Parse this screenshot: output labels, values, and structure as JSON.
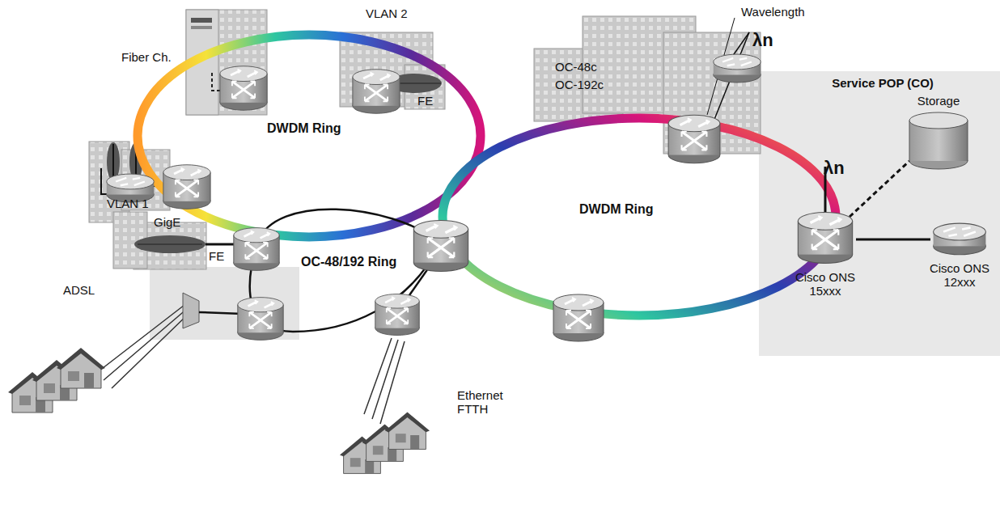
{
  "diagram": {
    "nodes": [
      {
        "text": [
          "Service POP (CO)"
        ]
      },
      {
        "text": [
          "Storage"
        ],
        "in": 0
      },
      {
        "text": [
          "Cisco ONS 15xxx"
        ],
        "in": 0
      },
      {
        "text": [
          "Cisco ONS 12xxx"
        ],
        "in": 0
      }
    ],
    "edges": [
      {
        "from": 2,
        "to": 1,
        "arrow": "none"
      },
      {
        "from": 2,
        "to": 3,
        "arrow": "none"
      }
    ],
    "labels": [
      "Fiber Ch.",
      "VLAN 2",
      "FE",
      "Wavelength",
      "OC-48c",
      "OC-192c",
      "λn",
      "DWDM Ring",
      "GigE",
      "DWDM Ring",
      "λn",
      "VLAN 1",
      "FE",
      "OC-48/192 Ring",
      "ADSL",
      "Ethernet FTTH"
    ]
  }
}
